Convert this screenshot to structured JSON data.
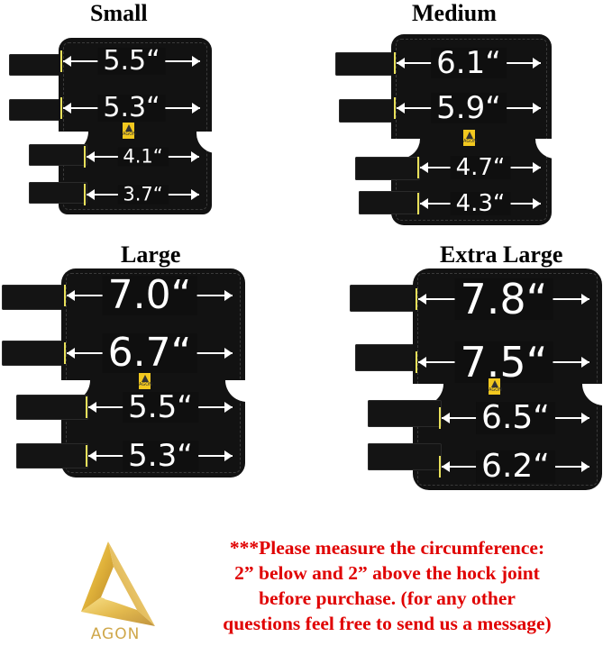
{
  "sizes": [
    {
      "title": "Small",
      "measurements": [
        "5.5“",
        "5.3“",
        "4.1“",
        "3.7“"
      ]
    },
    {
      "title": "Medium",
      "measurements": [
        "6.1“",
        "5.9“",
        "4.7“",
        "4.3“"
      ]
    },
    {
      "title": "Large",
      "measurements": [
        "7.0“",
        "6.7“",
        "5.5“",
        "5.3“"
      ]
    },
    {
      "title": "Extra Large",
      "measurements": [
        "7.8“",
        "7.5“",
        "6.5“",
        "6.2“"
      ]
    }
  ],
  "note": {
    "lines": [
      "***Please measure the circumference:",
      "2” below and 2” above the hock joint",
      "before purchase. (for any other",
      "questions feel free to send us a message)"
    ]
  },
  "brand": {
    "name": "AGON",
    "mini_logo_text": "AGON"
  },
  "colors": {
    "note_red": "#e00000",
    "brace_black": "#121212",
    "logo_gold": "#e0b23a",
    "tag_yellow": "#f2c81f"
  }
}
